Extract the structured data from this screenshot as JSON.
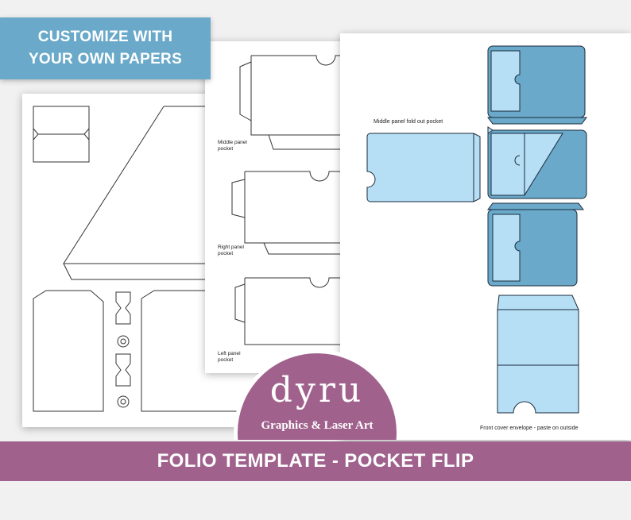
{
  "badge": {
    "line1": "CUSTOMIZE WITH",
    "line2": "YOUR OWN PAPERS"
  },
  "banner": {
    "title": "FOLIO TEMPLATE - POCKET FLIP"
  },
  "logo": {
    "word": "dyru",
    "tagline": "Graphics & Laser Art"
  },
  "middle_sheet": {
    "labels": [
      "Middle panel\npocket",
      "Right panel\npocket",
      "Left panel\npocket"
    ]
  },
  "right_sheet": {
    "fold_out_label": "Middle panel fold out pocket",
    "envelope_label": "Front cover envelope - paste on outside"
  },
  "colors": {
    "badge": "#6aa9c9",
    "banner": "#a0628d",
    "pocket_light": "#b6dff5",
    "pocket_dark": "#6aa9c9",
    "outline": "#1a2a3a"
  }
}
